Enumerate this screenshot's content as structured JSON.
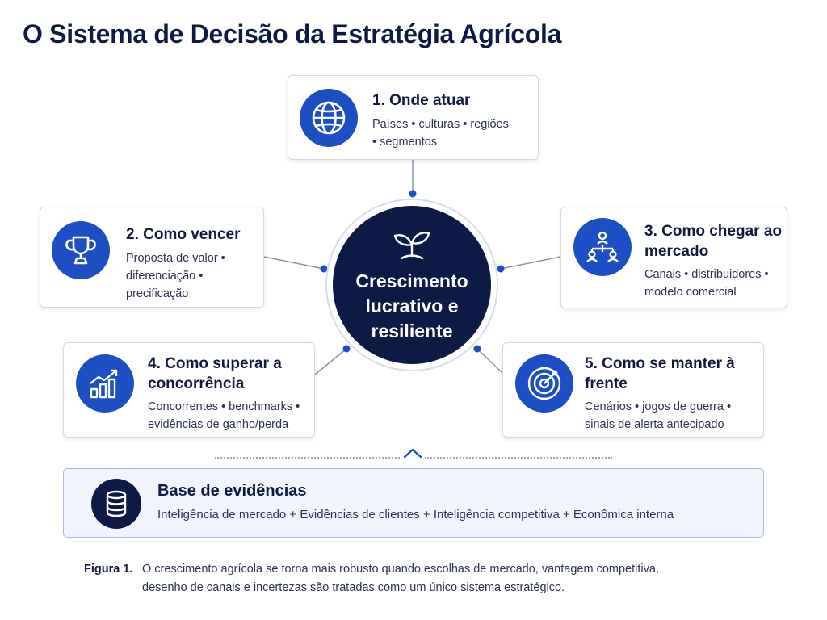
{
  "title": "O Sistema de Decisão da Estratégia Agrícola",
  "hub": {
    "label": "Crescimento lucrativo e resiliente",
    "icon": "sprout-icon"
  },
  "cards": [
    {
      "title": "1. Onde atuar",
      "description": "Países • culturas • regiões • segmentos",
      "icon": "globe-icon"
    },
    {
      "title": "2. Como vencer",
      "description": "Proposta de valor • diferenciação • precificação",
      "icon": "trophy-icon"
    },
    {
      "title": "3. Como chegar ao mercado",
      "description": "Canais • distribuidores • modelo comercial",
      "icon": "org-chart-icon"
    },
    {
      "title": "4. Como superar a concorrência",
      "description": "Concorrentes • benchmarks • evidências de ganho/perda",
      "icon": "growth-chart-icon"
    },
    {
      "title": "5. Como se manter à frente",
      "description": "Cenários • jogos de guerra • sinais de alerta antecipado",
      "icon": "radar-icon"
    }
  ],
  "evidence_base": {
    "title": "Base de evidências",
    "description": "Inteligência de mercado + Evidências de clientes + Inteligência competitiva + Econômica interna",
    "icon": "database-icon"
  },
  "caption": {
    "label": "Figura 1.",
    "text": "O crescimento agrícola se torna mais robusto quando escolhas de mercado, vantagem competitiva, desenho de canais e incertezas são tratadas como um único sistema estratégico."
  },
  "colors": {
    "navy": "#0d1a45",
    "accent_blue": "#1d4fc4",
    "connector": "#8a93a8",
    "evidence_background": "#f1f4fc"
  }
}
